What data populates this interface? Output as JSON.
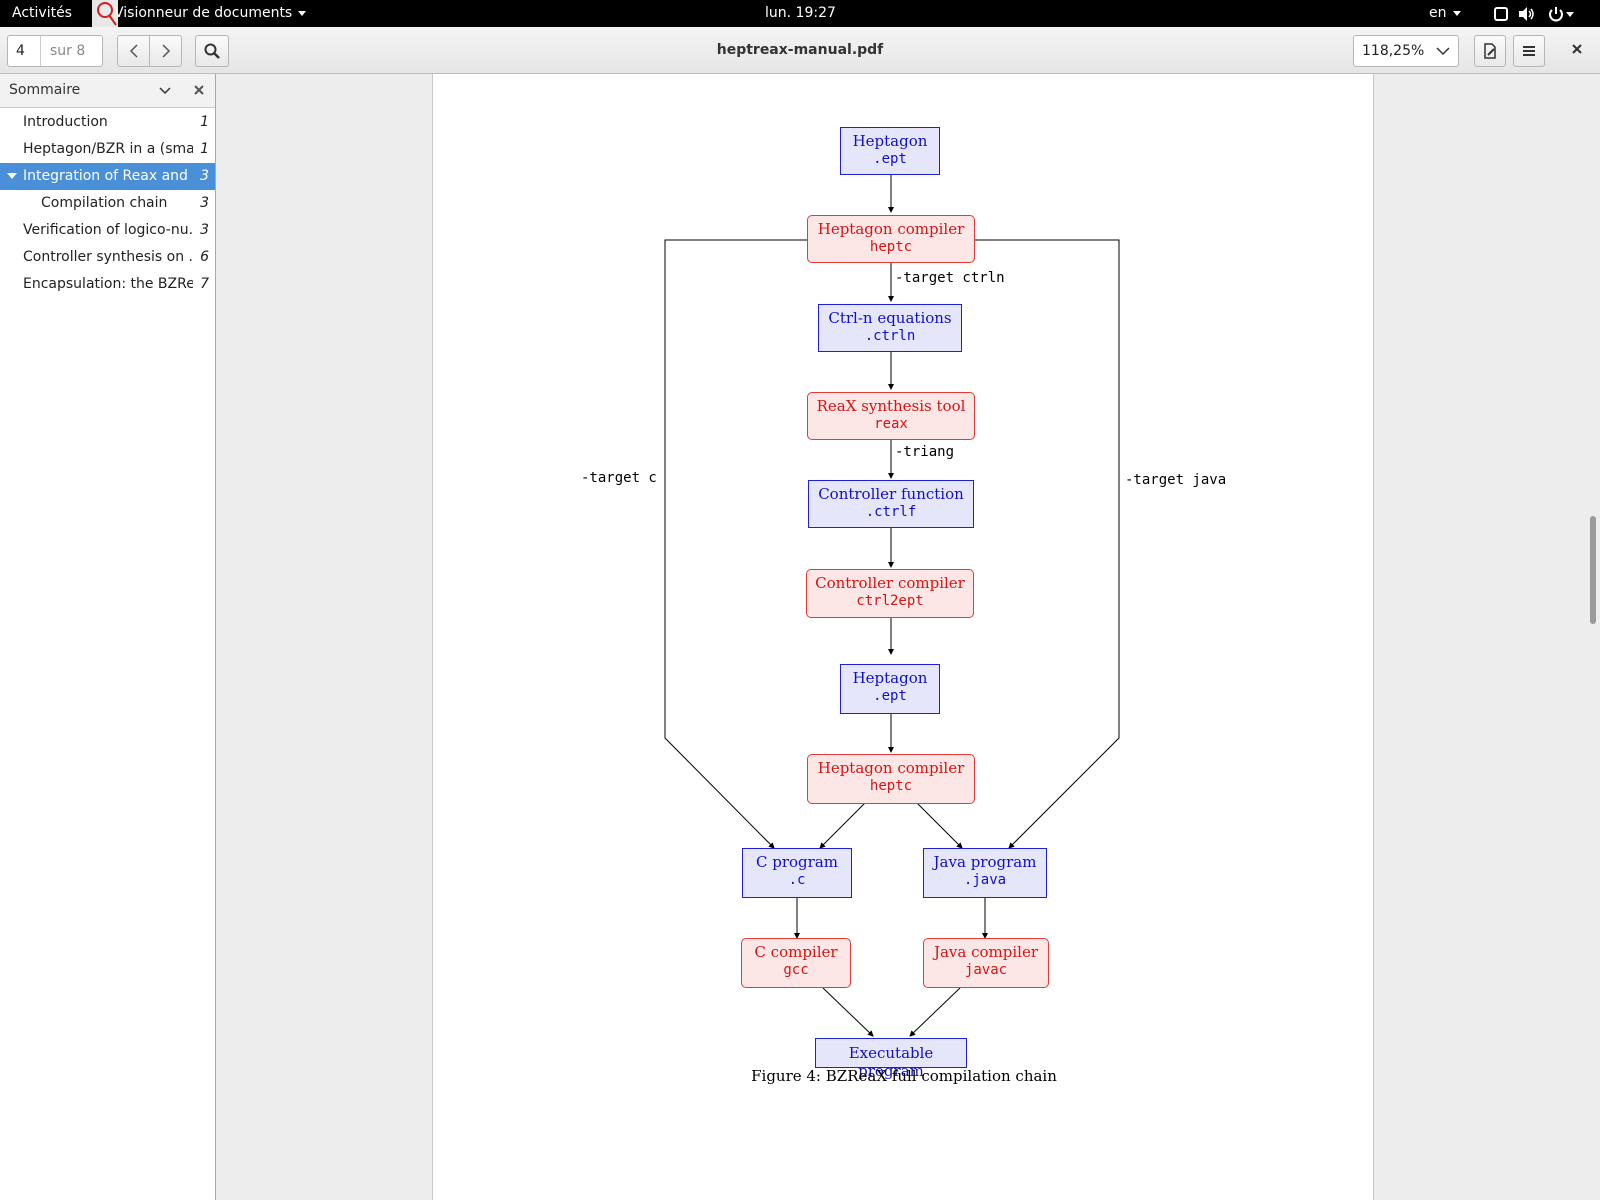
{
  "topbar": {
    "activities": "Activités",
    "app_name": "Visionneur de documents",
    "clock": "lun. 19:27",
    "language": "en"
  },
  "header": {
    "page_current": "4",
    "page_total": "sur 8",
    "title": "heptreax-manual.pdf",
    "zoom": "118,25%"
  },
  "sidebar": {
    "title": "Sommaire",
    "items": [
      {
        "label": "Introduction",
        "page": "1"
      },
      {
        "label": "Heptagon/BZR in a (sma...",
        "page": "1"
      },
      {
        "label": "Integration of Reax and ...",
        "page": "3"
      },
      {
        "label": "Compilation chain",
        "page": "3"
      },
      {
        "label": "Verification of logico-nu...",
        "page": "3"
      },
      {
        "label": "Controller synthesis on ...",
        "page": "6"
      },
      {
        "label": "Encapsulation: the BZRe...",
        "page": "7"
      }
    ]
  },
  "figure": {
    "nodes": {
      "hept1_t": "Heptagon",
      "hept1_c": ".ept",
      "hc1_t": "Heptagon compiler",
      "hc1_c": "heptc",
      "ctrln_t": "Ctrl-n equations",
      "ctrln_c": ".ctrln",
      "reax_t": "ReaX synthesis tool",
      "reax_c": "reax",
      "ctrlf_t": "Controller function",
      "ctrlf_c": ".ctrlf",
      "cc_t": "Controller compiler",
      "cc_c": "ctrl2ept",
      "hept2_t": "Heptagon",
      "hept2_c": ".ept",
      "hc2_t": "Heptagon compiler",
      "hc2_c": "heptc",
      "cprog_t": "C program",
      "cprog_c": ".c",
      "jprog_t": "Java program",
      "jprog_c": ".java",
      "ccomp_t": "C compiler",
      "ccomp_c": "gcc",
      "jcomp_t": "Java compiler",
      "jcomp_c": "javac",
      "exe_t": "Executable program"
    },
    "labels": {
      "target_ctrln": "-target ctrln",
      "triang": "-triang",
      "target_c": "-target c",
      "target_java": "-target java"
    },
    "caption": "Figure 4: BZReaX full compilation chain"
  }
}
